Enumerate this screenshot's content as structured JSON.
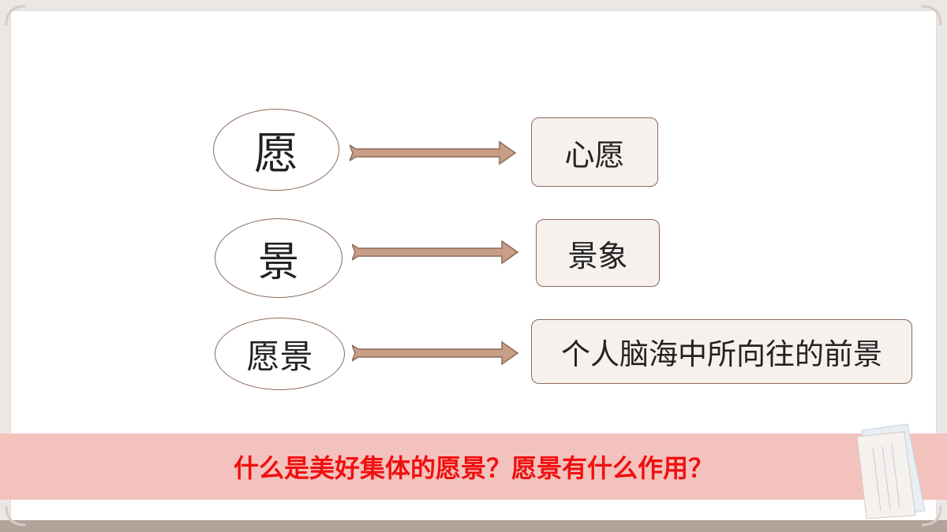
{
  "rows": [
    {
      "term": "愿",
      "meaning": "心愿"
    },
    {
      "term": "景",
      "meaning": "景象"
    },
    {
      "term": "愿景",
      "meaning": "个人脑海中所向往的前景"
    }
  ],
  "question": "什么是美好集体的愿景？愿景有什么作用？",
  "colors": {
    "arrow_fill": "#c89e86",
    "outline": "#8c6a5a",
    "box_fill": "#f7f1ee",
    "banner": "#f4c2bd",
    "question_text": "#f01010"
  }
}
